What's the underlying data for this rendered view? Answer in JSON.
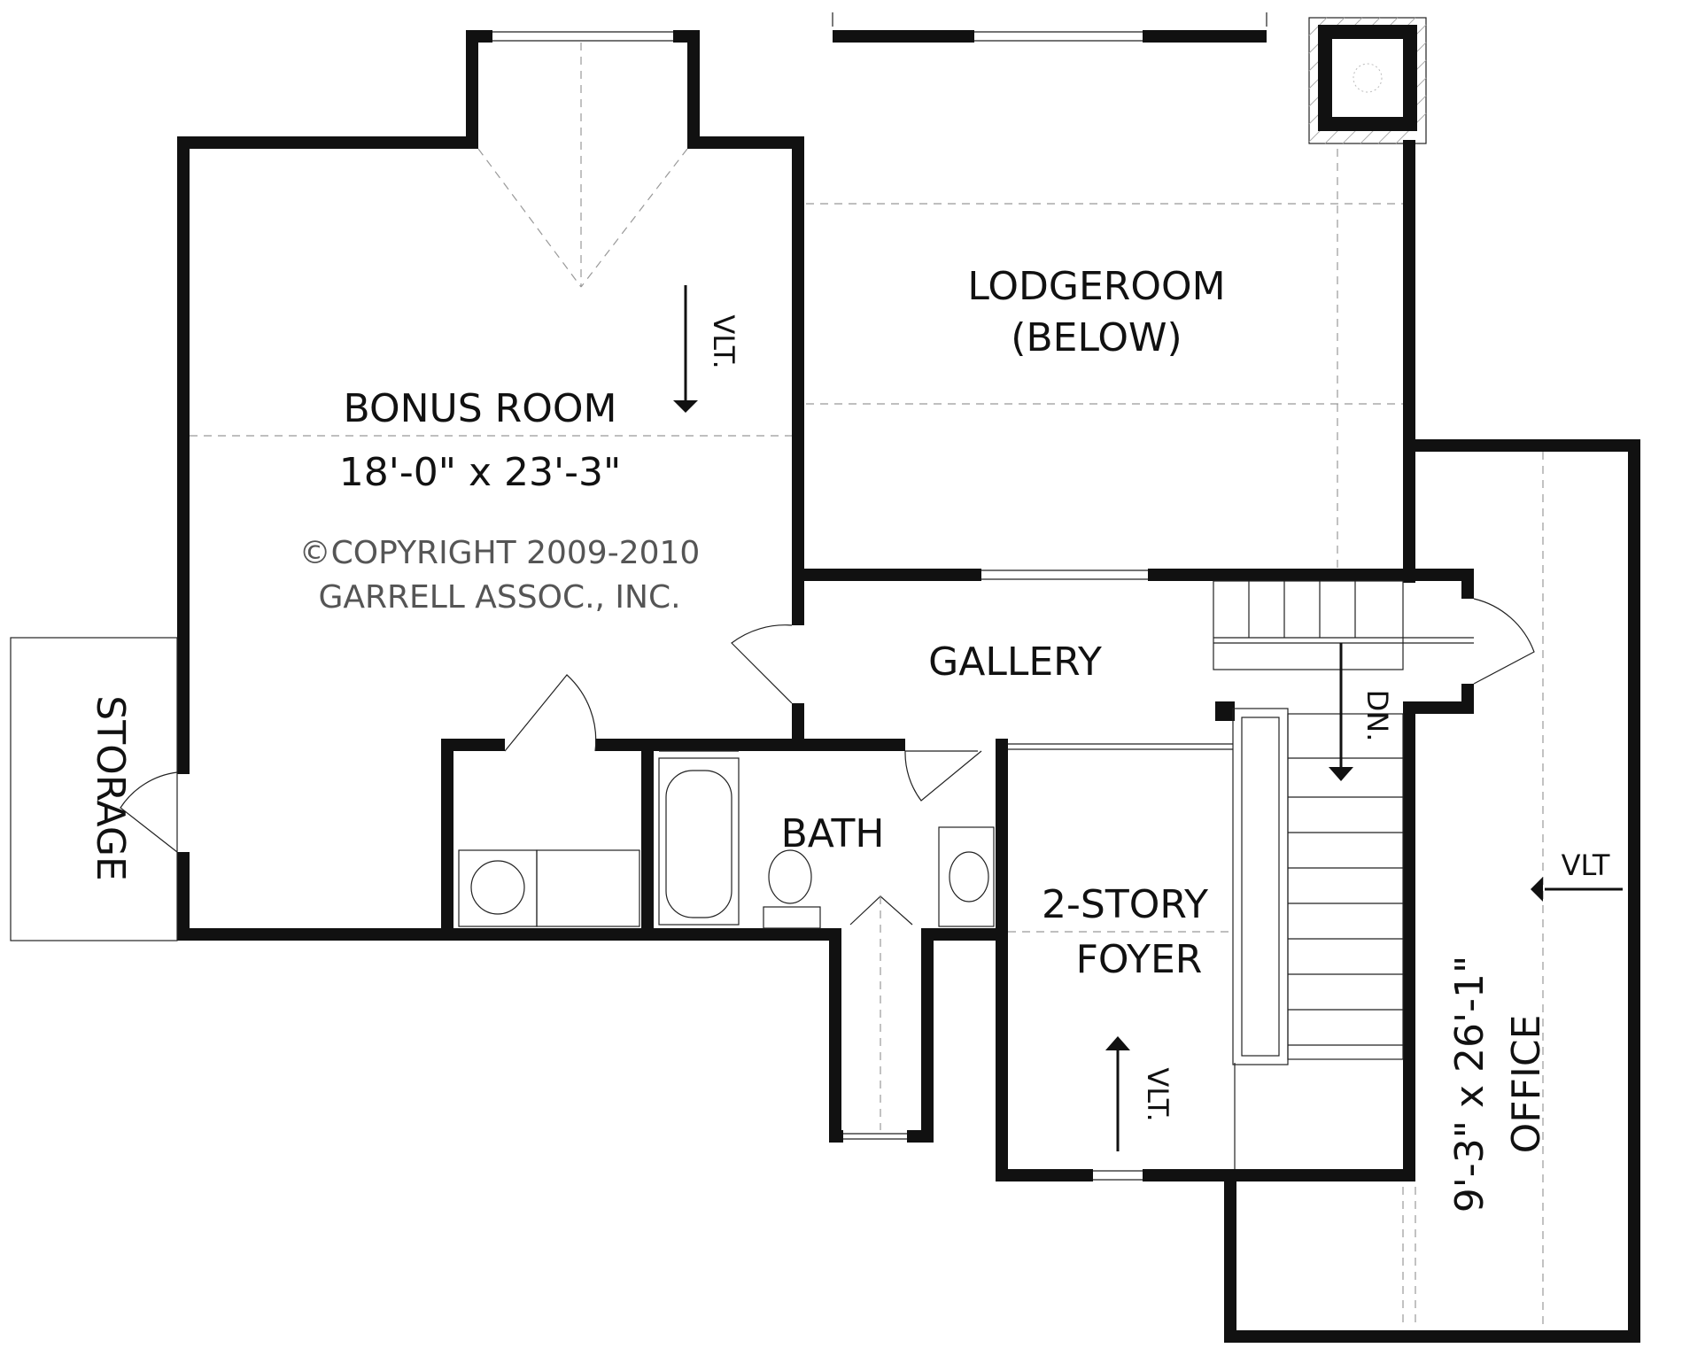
{
  "rooms": {
    "bonus_room": {
      "name": "BONUS ROOM",
      "size": "18'-0\" x 23'-3\""
    },
    "lodge_room": {
      "name": "LODGEROOM",
      "note": "(BELOW)"
    },
    "gallery": {
      "name": "GALLERY"
    },
    "bath": {
      "name": "BATH"
    },
    "foyer": {
      "line1": "2-STORY",
      "line2": "FOYER"
    },
    "office": {
      "name": "OFFICE",
      "size": "9'-3\" x 26'-1\""
    },
    "storage": {
      "name": "STORAGE"
    }
  },
  "annotations": {
    "vlt_bonus": "VLT.",
    "vlt_office": "VLT",
    "vlt_foyer": "VLT.",
    "stair_dn": "DN."
  },
  "copyright": {
    "line1": "©COPYRIGHT 2009-2010",
    "line2": "GARRELL ASSOC., INC."
  },
  "style": {
    "wall_color": "#111111",
    "line_color": "#222222",
    "dash_color": "#999999"
  }
}
